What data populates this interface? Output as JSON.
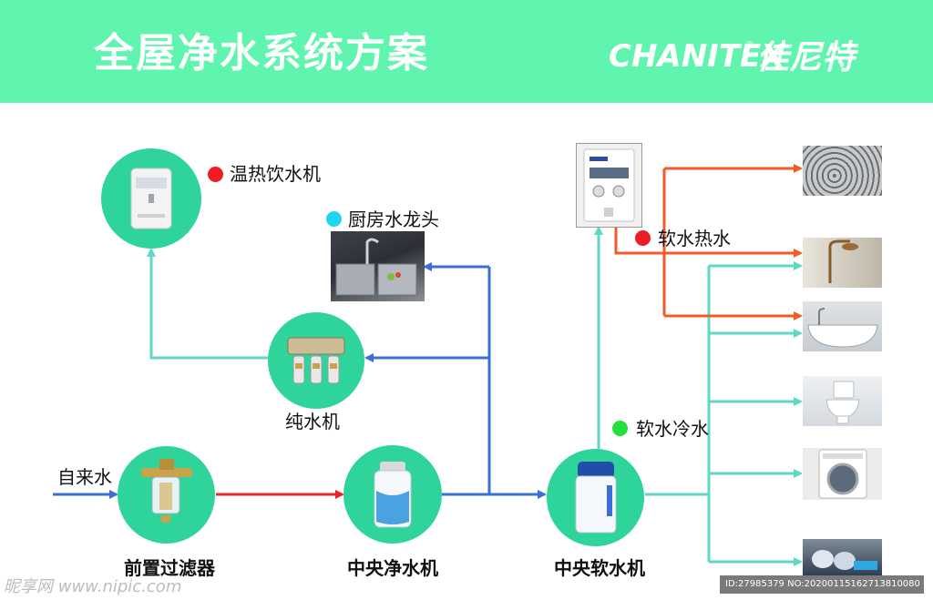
{
  "header": {
    "title": "全屋净水系统方案",
    "brand_en": "CHANITEX",
    "brand_reg": "®",
    "brand_cn": "佳尼特"
  },
  "labels": {
    "tap_water": "自来水",
    "prefilter": "前置过滤器",
    "central_purifier": "中央净水机",
    "central_softener": "中央软水机",
    "ro_machine": "纯水机",
    "hot_cold_dispenser": "温热饮水机",
    "kitchen_faucet": "厨房水龙头",
    "soft_hot_water": "软水热水",
    "soft_cold_water": "软水冷水"
  },
  "legend_colors": {
    "dispenser_dot": "#ee1c25",
    "faucet_dot": "#21d4f5",
    "hot_dot": "#ee1c25",
    "cold_dot": "#22e13a"
  },
  "line_colors": {
    "tap_water": "#3a6fd8",
    "filtered": "#e8262a",
    "purified": "#3a6fd8",
    "soft": "#5fd7c5",
    "hot": "#f15a29"
  },
  "watermark": {
    "site": "昵享网 www.nipic.com",
    "id": "ID:27985379 NO:20200115162713810080"
  }
}
